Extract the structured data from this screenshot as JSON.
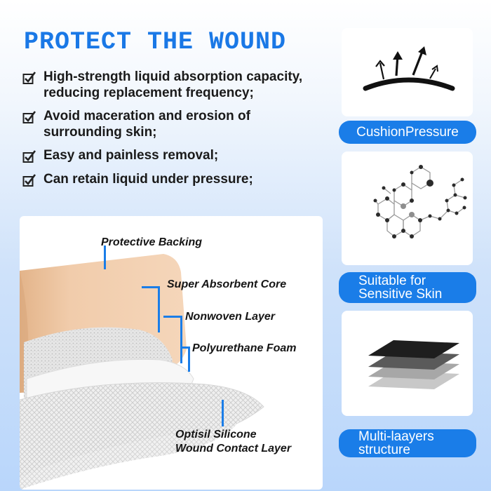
{
  "title": "PROTECT THE WOUND",
  "bullets": [
    {
      "line1": "High-strength liquid absorption capacity,",
      "line2": "reducing replacement frequency;"
    },
    {
      "line1": "Avoid maceration and erosion of",
      "line2": "surrounding skin;"
    },
    {
      "line1": "Easy and painless removal;",
      "line2": ""
    },
    {
      "line1": "Can retain liquid under pressure;",
      "line2": ""
    }
  ],
  "layers": {
    "protective_backing": "Protective Backing",
    "super_absorbent_core": "Super Absorbent Core",
    "nonwoven_layer": "Nonwoven Layer",
    "polyurethane_foam": "Polyurethane Foam",
    "silicone_line1": "Optisil Silicone",
    "silicone_line2": "Wound Contact Layer"
  },
  "features": [
    {
      "label": "CushionPressure",
      "line2": "",
      "icon": "cushion-pressure-icon"
    },
    {
      "label": "Suitable for",
      "line2": "Sensitive Skin",
      "icon": "molecule-icon"
    },
    {
      "label": "Multi-laayers",
      "line2": "structure",
      "icon": "layers-icon"
    }
  ],
  "colors": {
    "accent": "#1a7de8",
    "title": "#1a78e6",
    "skin": "#f0c9a5"
  }
}
